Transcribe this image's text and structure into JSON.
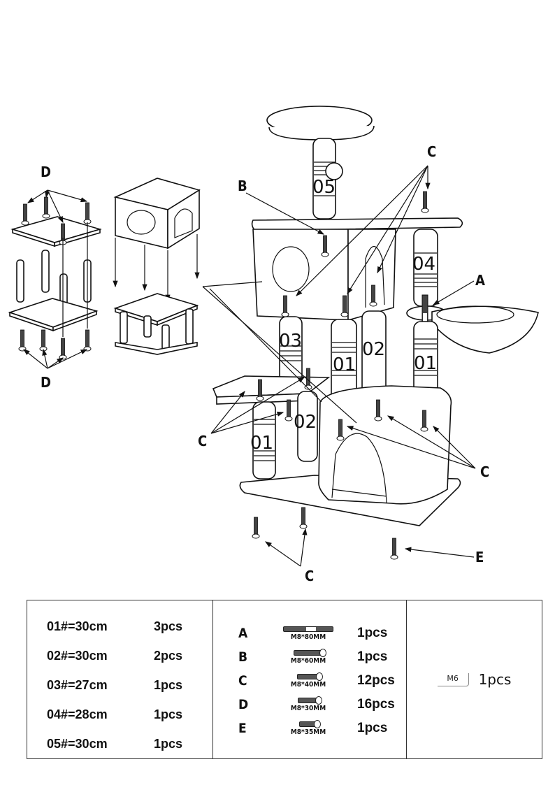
{
  "diagram": {
    "callouts": {
      "d_top": "D",
      "d_bottom": "D",
      "b": "B",
      "c_top": "C",
      "a": "A",
      "c_left": "C",
      "c_right": "C",
      "c_bottom": "C",
      "e": "E"
    },
    "post_labels": {
      "p05": "05",
      "p04": "04",
      "p03": "03",
      "p01_center": "01",
      "p02_center": "02",
      "p01_right": "01",
      "p02_lower": "02",
      "p01_lower": "01"
    }
  },
  "parts": {
    "posts": [
      {
        "id": "01#=30cm",
        "qty": "3pcs"
      },
      {
        "id": "02#=30cm",
        "qty": "2pcs"
      },
      {
        "id": "03#=27cm",
        "qty": "1pcs"
      },
      {
        "id": "04#=28cm",
        "qty": "1pcs"
      },
      {
        "id": "05#=30cm",
        "qty": "1pcs"
      }
    ],
    "screws": [
      {
        "letter": "A",
        "size": "M8*80MM",
        "qty": "1pcs"
      },
      {
        "letter": "B",
        "size": "M8*60MM",
        "qty": "1pcs"
      },
      {
        "letter": "C",
        "size": "M8*40MM",
        "qty": "12pcs"
      },
      {
        "letter": "D",
        "size": "M8*30MM",
        "qty": "16pcs"
      },
      {
        "letter": "E",
        "size": "M8*35MM",
        "qty": "1pcs"
      }
    ],
    "tool": {
      "name": "M6",
      "qty": "1pcs"
    }
  }
}
